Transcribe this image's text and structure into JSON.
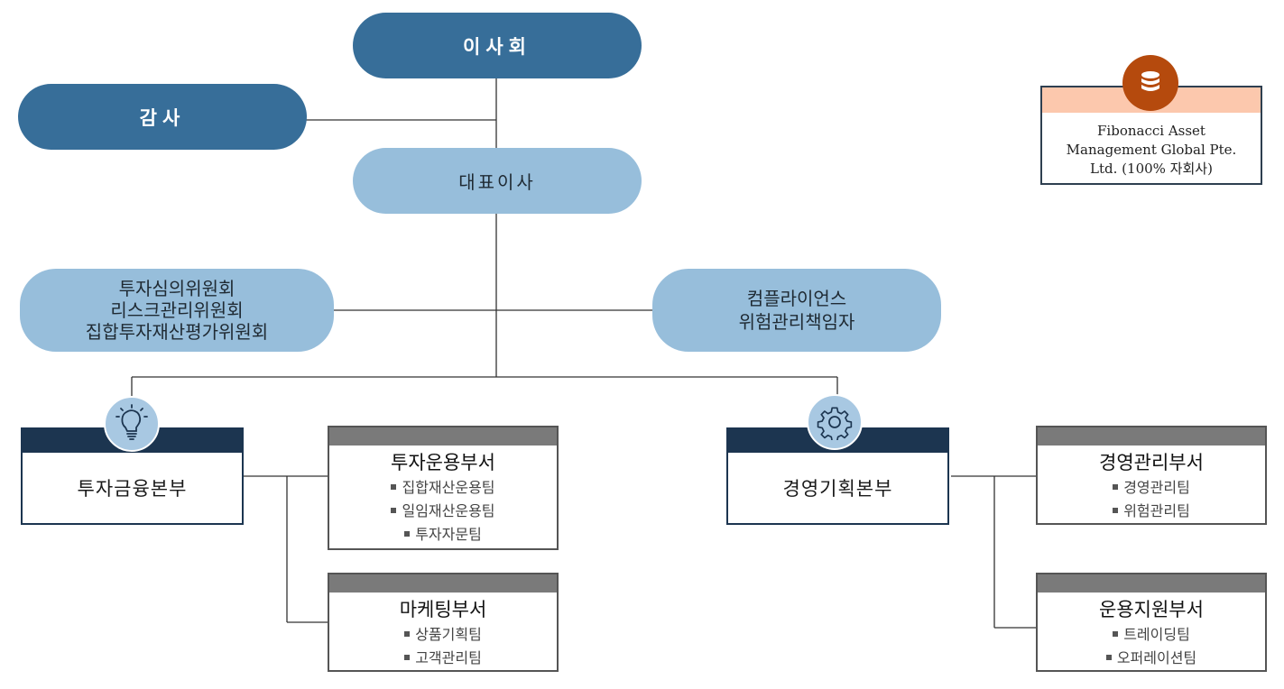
{
  "board": {
    "label": "이사회"
  },
  "audit": {
    "label": "감사"
  },
  "ceo": {
    "label": "대표이사"
  },
  "committees": {
    "lines": [
      "투자심의위원회",
      "리스크관리위원회",
      "집합투자재산평가위원회"
    ]
  },
  "compliance": {
    "lines": [
      "컴플라이언스",
      "위험관리책임자"
    ]
  },
  "subsidiary": {
    "lines": [
      "Fibonacci Asset",
      "Management Global Pte.",
      "Ltd. (100% 자회사)"
    ],
    "icon": "database-icon"
  },
  "divisions": [
    {
      "label": "투자금융본부",
      "icon": "lightbulb-icon",
      "departments": [
        {
          "title": "투자운용부서",
          "teams": [
            "집합재산운용팀",
            "일임재산운용팀",
            "투자자문팀"
          ]
        },
        {
          "title": "마케팅부서",
          "teams": [
            "상품기획팀",
            "고객관리팀"
          ]
        }
      ]
    },
    {
      "label": "경영기획본부",
      "icon": "gear-icon",
      "departments": [
        {
          "title": "경영관리부서",
          "teams": [
            "경영관리팀",
            "위험관리팀"
          ]
        },
        {
          "title": "운용지원부서",
          "teams": [
            "트레이딩팀",
            "오퍼레이션팀"
          ]
        }
      ]
    }
  ],
  "colors": {
    "dark_pill": "#376e99",
    "light_pill": "#97bedb",
    "division_band": "#1c3550",
    "dept_band": "#7a7a7a",
    "subsidiary_band": "#fcc8ad",
    "subsidiary_icon": "#b54a0d"
  }
}
